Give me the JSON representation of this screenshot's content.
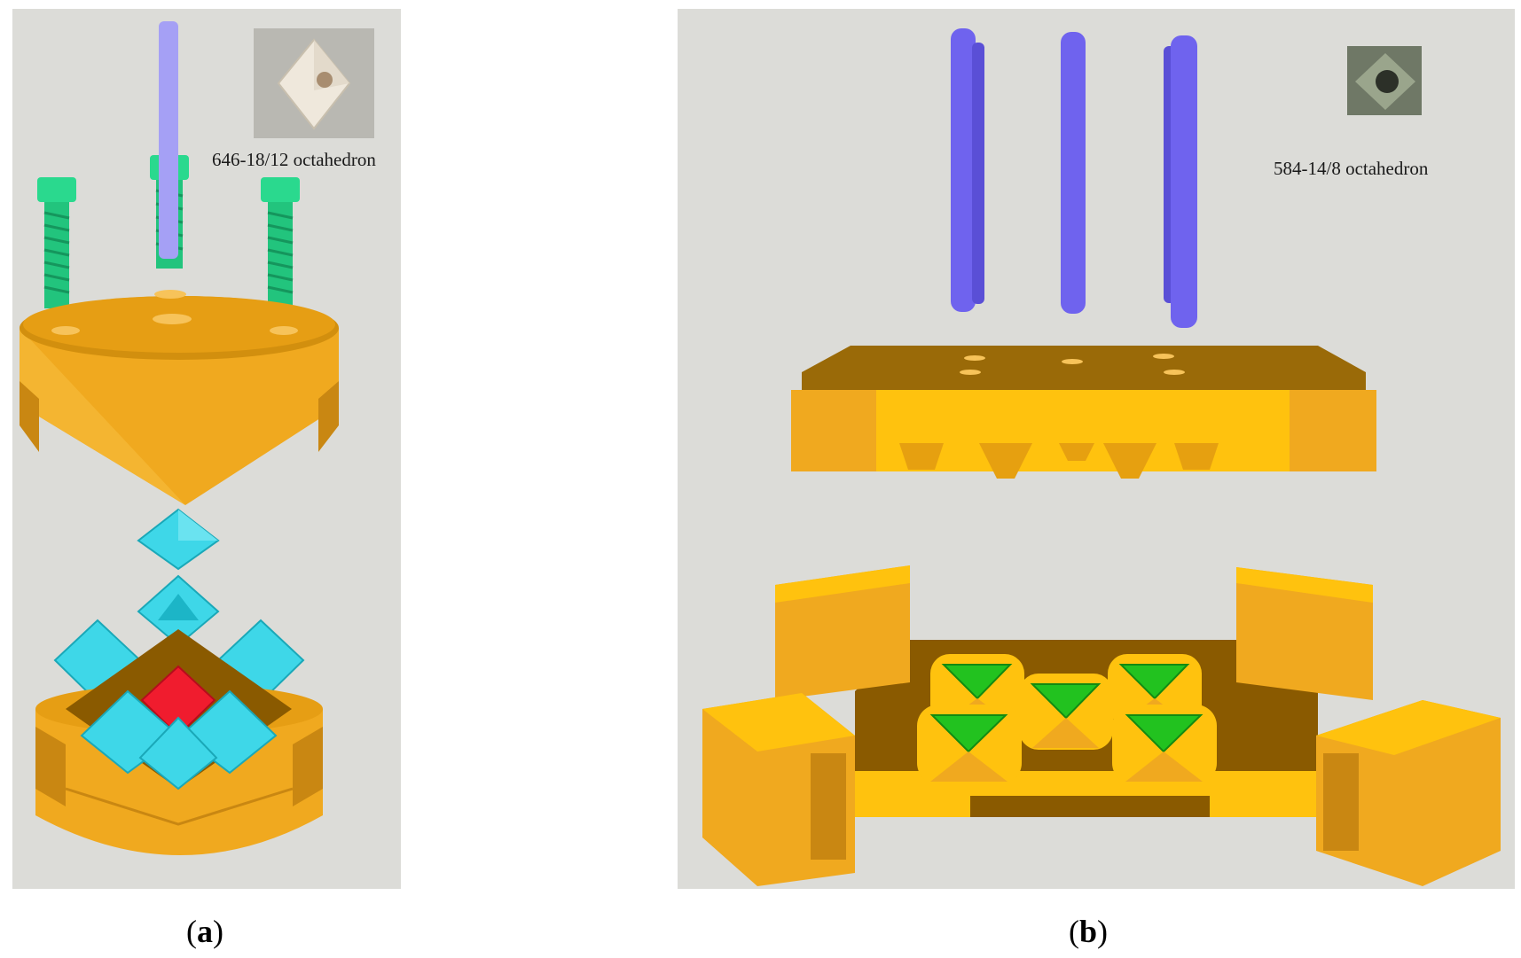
{
  "panels": {
    "a": {
      "caption_letter": "a",
      "inset_label": "646-18/12 octahedron"
    },
    "b": {
      "caption_letter": "b",
      "inset_label": "584-14/8 octahedron"
    }
  },
  "colors": {
    "background": "#dcdcd8",
    "mold_orange": "#f0a91f",
    "mold_light": "#ffc20e",
    "mold_shadow": "#8a5a00",
    "pin_blue": "#7b6ff2",
    "screw_green": "#26d98a",
    "octahedron_cyan": "#36d6e8",
    "core_red": "#f01c2e",
    "insert_green": "#22c21f"
  }
}
